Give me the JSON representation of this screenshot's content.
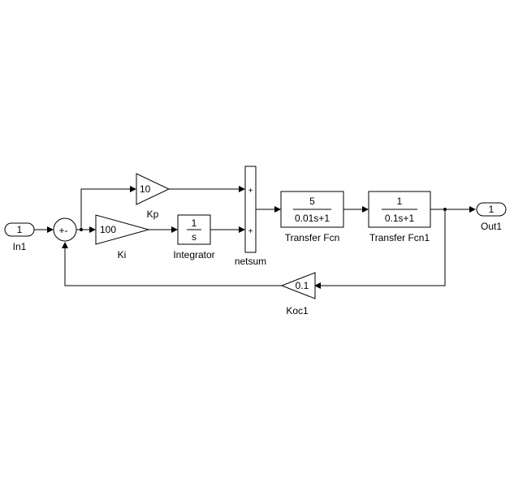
{
  "blocks": {
    "in1": {
      "port": "1",
      "name": "In1"
    },
    "sum": {
      "signs": "+-"
    },
    "kp": {
      "value": "10",
      "name": "Kp"
    },
    "ki": {
      "value": "100",
      "name": "Ki"
    },
    "integrator": {
      "num": "1",
      "den": "s",
      "name": "Integrator"
    },
    "netsum": {
      "sign1": "+",
      "sign2": "+",
      "name": "netsum"
    },
    "tf1": {
      "num": "5",
      "den": "0.01s+1",
      "name": "Transfer Fcn"
    },
    "tf2": {
      "num": "1",
      "den": "0.1s+1",
      "name": "Transfer Fcn1"
    },
    "out1": {
      "port": "1",
      "name": "Out1"
    },
    "koc1": {
      "value": "0.1",
      "name": "Koc1"
    }
  }
}
